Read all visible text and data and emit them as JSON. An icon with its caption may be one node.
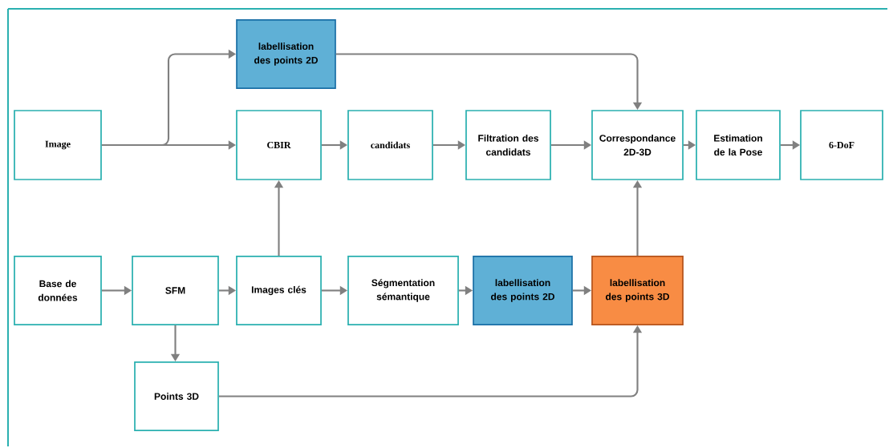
{
  "diagram": {
    "nodes": [
      {
        "text": [
          "Image"
        ]
      },
      {
        "text": [
          "labellisation des points 2D"
        ]
      },
      {
        "text": [
          "CBIR"
        ]
      },
      {
        "text": [
          "candidats"
        ]
      },
      {
        "text": [
          "Filtration des candidats"
        ]
      },
      {
        "text": [
          "Correspondance 2D-3D"
        ]
      },
      {
        "text": [
          "Estimation de la Pose"
        ]
      },
      {
        "text": [
          "6-DoF"
        ]
      },
      {
        "text": [
          "Base de données"
        ]
      },
      {
        "text": [
          "SFM"
        ]
      },
      {
        "text": [
          "Images clés"
        ]
      },
      {
        "text": [
          "Ségmentation sémantique"
        ]
      },
      {
        "text": [
          "labellisation des points 2D"
        ]
      },
      {
        "text": [
          "labellisation des points 3D"
        ]
      },
      {
        "text": [
          "Points 3D"
        ]
      }
    ],
    "edges": [
      {
        "from": 0,
        "to": 1,
        "arrow": "to"
      },
      {
        "from": 0,
        "to": 2,
        "arrow": "to"
      },
      {
        "from": 1,
        "to": 5,
        "arrow": "to"
      },
      {
        "from": 2,
        "to": 3,
        "arrow": "to"
      },
      {
        "from": 3,
        "to": 4,
        "arrow": "to"
      },
      {
        "from": 4,
        "to": 5,
        "arrow": "to"
      },
      {
        "from": 5,
        "to": 6,
        "arrow": "to"
      },
      {
        "from": 6,
        "to": 7,
        "arrow": "to"
      },
      {
        "from": 8,
        "to": 9,
        "arrow": "to"
      },
      {
        "from": 9,
        "to": 10,
        "arrow": "to"
      },
      {
        "from": 10,
        "to": 2,
        "arrow": "to"
      },
      {
        "from": 10,
        "to": 11,
        "arrow": "to"
      },
      {
        "from": 11,
        "to": 12,
        "arrow": "to"
      },
      {
        "from": 12,
        "to": 13,
        "arrow": "to"
      },
      {
        "from": 13,
        "to": 5,
        "arrow": "to"
      },
      {
        "from": 9,
        "to": 14,
        "arrow": "to"
      },
      {
        "from": 14,
        "to": 13,
        "arrow": "to"
      }
    ]
  }
}
